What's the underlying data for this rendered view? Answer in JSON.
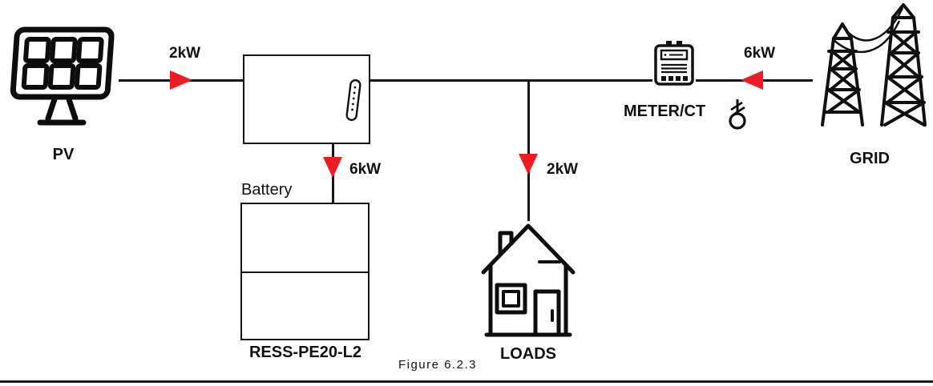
{
  "caption": "Figure 6.2.3",
  "colors": {
    "arrow": "#ed1c24",
    "wire": "#161616"
  },
  "nodes": {
    "pv": {
      "label": "PV"
    },
    "battery": {
      "label": "Battery",
      "model": "RESS-PE20-L2"
    },
    "loads": {
      "label": "LOADS"
    },
    "meter": {
      "label": "METER/CT"
    },
    "grid": {
      "label": "GRID"
    }
  },
  "flows": {
    "pv_to_inverter": {
      "value": "2kW",
      "direction": "right"
    },
    "inverter_to_battery": {
      "value": "6kW",
      "direction": "down"
    },
    "bus_to_loads": {
      "value": "2kW",
      "direction": "down"
    },
    "grid_to_meter": {
      "value": "6kW",
      "direction": "left"
    }
  }
}
